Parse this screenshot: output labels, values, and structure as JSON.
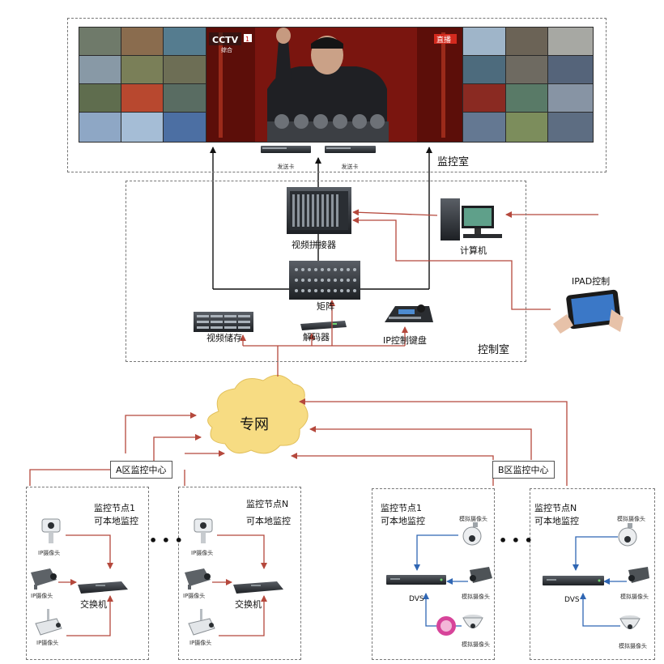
{
  "monitor_room": {
    "label": "监控室",
    "tv_logo": "CCTV",
    "tv_channel": "1",
    "tv_sub": "综合",
    "live_badge": "直播",
    "sender_cards": [
      "发送卡",
      "发送卡"
    ]
  },
  "control_room": {
    "label": "控制室",
    "video_splicer": "视频拼接器",
    "computer": "计算机",
    "matrix": "矩阵",
    "video_storage": "视频储存",
    "decoder": "解码器",
    "ip_keyboard": "IP控制键盘",
    "ipad": "IPAD控制"
  },
  "network": {
    "label": "专网"
  },
  "centers": {
    "a": "A区监控中心",
    "b": "B区监控中心"
  },
  "nodes": {
    "a1": {
      "title": "监控节点1",
      "subtitle": "可本地监控",
      "camera_label": "IP摄像头",
      "switch_label": "交换机"
    },
    "an": {
      "title": "监控节点N",
      "subtitle": "可本地监控",
      "camera_label": "IP摄像头",
      "switch_label": "交换机"
    },
    "b1": {
      "title": "监控节点1",
      "subtitle": "可本地监控",
      "camera_label": "模拟摄像头",
      "dvs_label": "DVS"
    },
    "bn": {
      "title": "监控节点N",
      "subtitle": "可本地监控",
      "camera_label": "模拟摄像头",
      "dvs_label": "DVS"
    }
  },
  "ellipsis": "• • •",
  "colors": {
    "line_red": "#b5483c",
    "line_blue": "#2f66b3",
    "line_black": "#111111",
    "cloud_fill": "#f7dc83"
  }
}
